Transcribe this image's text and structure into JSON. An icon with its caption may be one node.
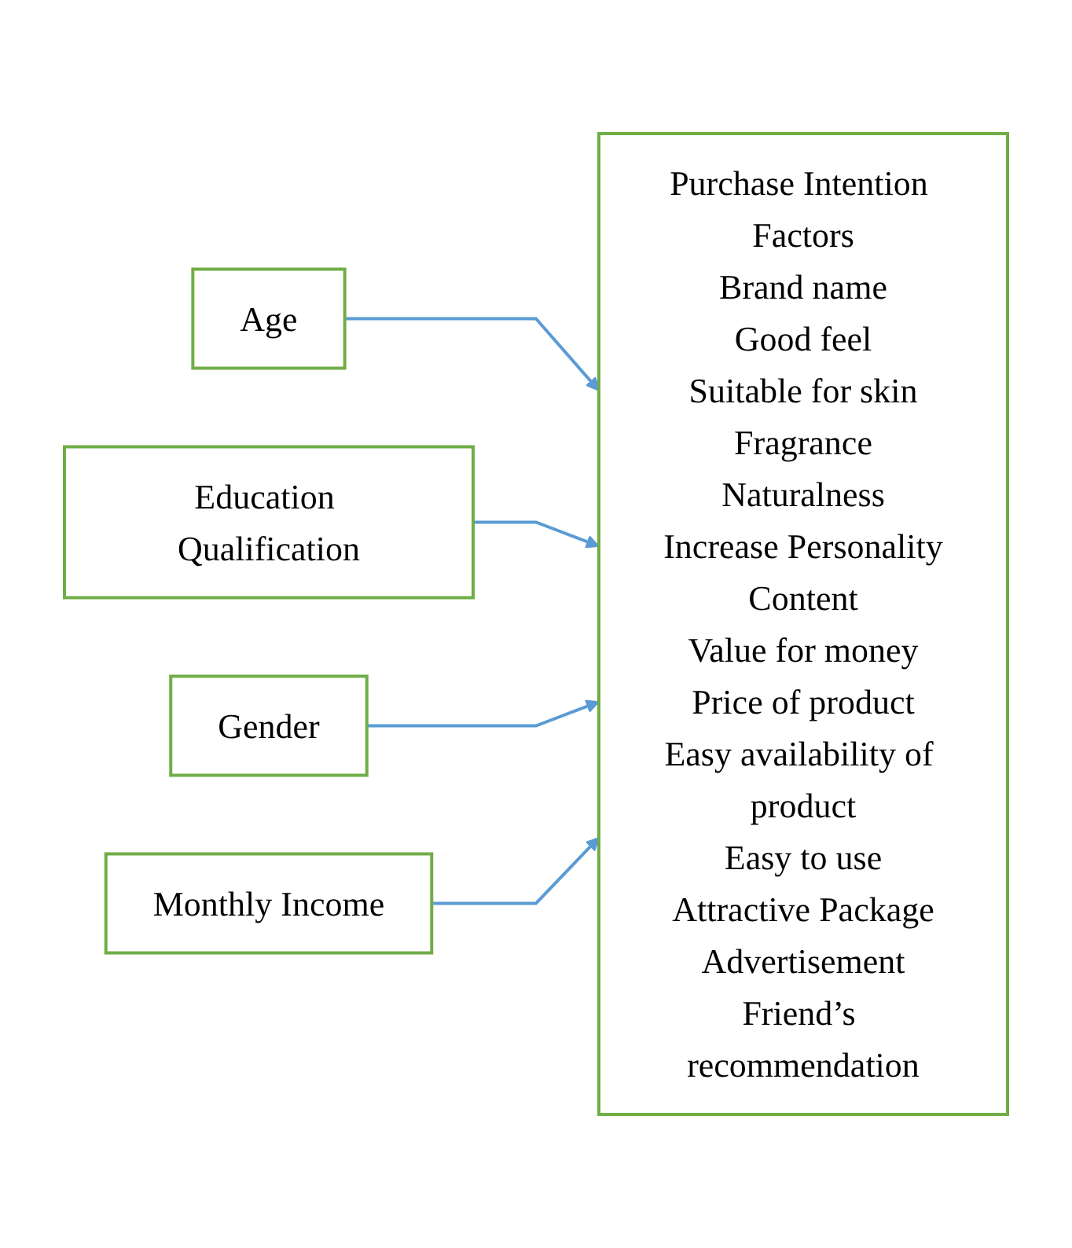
{
  "diagram": {
    "nodes": [
      {
        "text": [
          "Age"
        ]
      },
      {
        "text": [
          "Education Qualification"
        ]
      },
      {
        "text": [
          "Gender"
        ]
      },
      {
        "text": [
          "Monthly Income"
        ]
      },
      {
        "text": [
          "Purchase Intention Factors",
          "Brand name",
          "Good feel",
          "Suitable for skin",
          "Fragrance",
          "Naturalness",
          "Increase Personality",
          "Content",
          "Value for money",
          "Price of product",
          "Easy availability of product",
          "Easy to use",
          "Attractive Package",
          "Advertisement",
          "Friend’s recommendation"
        ]
      }
    ],
    "edges": [
      {
        "from": 0,
        "to": 4,
        "arrow": "to"
      },
      {
        "from": 1,
        "to": 4,
        "arrow": "to"
      },
      {
        "from": 2,
        "to": 4,
        "arrow": "to"
      },
      {
        "from": 3,
        "to": 4,
        "arrow": "to"
      }
    ]
  }
}
